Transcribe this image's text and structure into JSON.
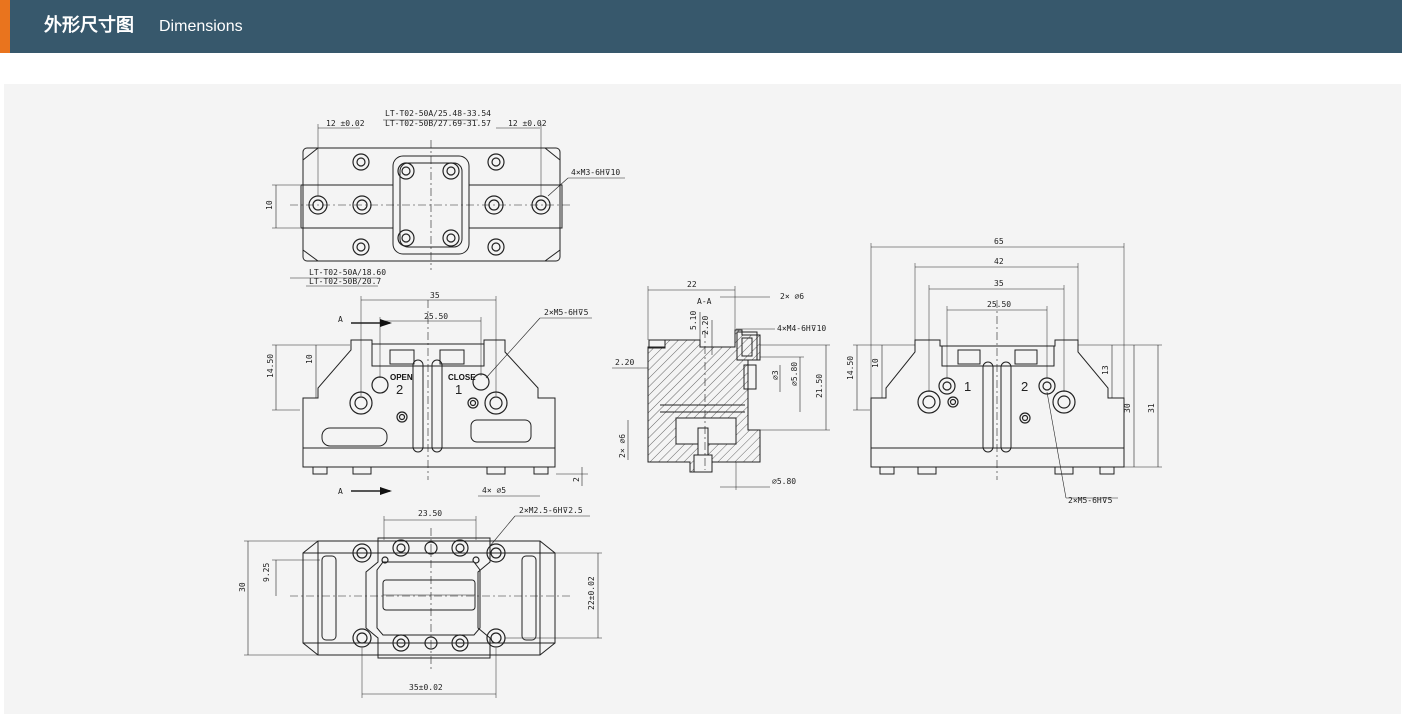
{
  "header": {
    "title_cn": "外形尺寸图",
    "title_en": "Dimensions",
    "bar_color": "#37586c",
    "accent_color": "#e9741e"
  },
  "drawing": {
    "top_view": {
      "lbl_a": "LT-T02-50A/25.48-33.54",
      "lbl_b": "LT-T02-50B/27.69-31.57",
      "tol_left": "12 ±0.02",
      "tol_right": "12 ±0.02",
      "holes": "4×M3-6H⊽10",
      "height": "10",
      "lbl_c": "LT-T02-50A/18.60",
      "lbl_d": "LT-T02-50B/20.7"
    },
    "front_view": {
      "w35": "35",
      "w2550": "25.50",
      "holes": "2×M5-6H⊽5",
      "h1450": "14.50",
      "h10": "10",
      "open": "OPEN",
      "open_num": "2",
      "close": "CLOSE",
      "close_num": "1",
      "section_a_top": "A",
      "section_a_bottom": "A",
      "dia5": "4× ∅5",
      "h2": "2"
    },
    "bottom_view": {
      "w2350": "23.50",
      "holes": "2×M2.5-6H⊽2.5",
      "h30": "30",
      "h925": "9.25",
      "h22": "22±0.02",
      "w35": "35±0.02"
    },
    "section_view": {
      "w22": "22",
      "title": "A-A",
      "dia6_top": "2× ∅6",
      "h510": "5.10",
      "h220a": "2.20",
      "holes": "4×M4-6H⊽10",
      "h220b": "2.20",
      "dia3": "∅3",
      "dia580a": "∅5.80",
      "h2150": "21.50",
      "dia6_side": "2× ∅6",
      "dia580b": "∅5.80"
    },
    "side_view": {
      "w65": "65",
      "w42": "42",
      "w35": "35",
      "w2550": "25.50",
      "h1450": "14.50",
      "h10": "10",
      "h13": "13",
      "h30": "30",
      "h31": "31",
      "num1": "1",
      "num2": "2",
      "holes": "2×M5-6H⊽5"
    }
  }
}
